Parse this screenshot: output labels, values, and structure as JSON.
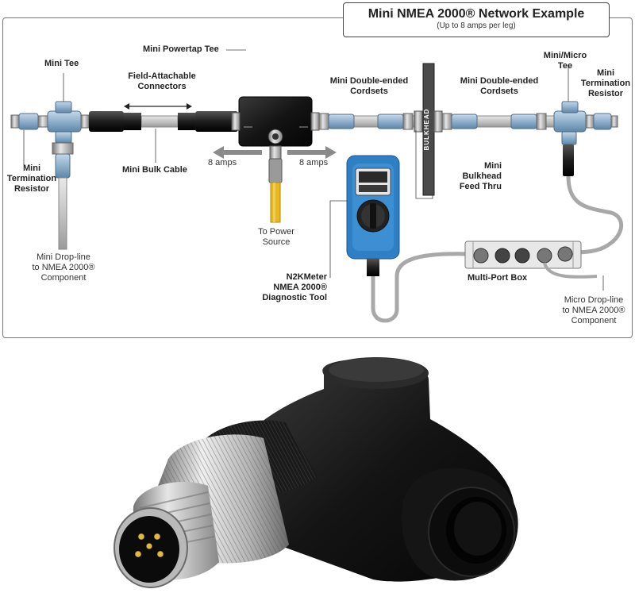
{
  "diagram": {
    "title": "Mini NMEA 2000® Network Example",
    "subtitle": "(Up to 8 amps per leg)",
    "labels": {
      "mini_powertap_tee": "Mini Powertap Tee",
      "mini_tee": "Mini Tee",
      "field_attachable_1": "Field-Attachable",
      "field_attachable_2": "Connectors",
      "mini_double_ended_left_1": "Mini Double-ended",
      "mini_double_ended_left_2": "Cordsets",
      "mini_double_ended_right_1": "Mini Double-ended",
      "mini_double_ended_right_2": "Cordsets",
      "mini_micro_tee_1": "Mini/Micro",
      "mini_micro_tee_2": "Tee",
      "mini_term_right_1": "Mini",
      "mini_term_right_2": "Termination",
      "mini_term_right_3": "Resistor",
      "mini_term_left_1": "Mini",
      "mini_term_left_2": "Termination",
      "mini_term_left_3": "Resistor",
      "mini_bulk_cable": "Mini Bulk Cable",
      "amps_left": "8 amps",
      "amps_right": "8 amps",
      "to_power_1": "To Power",
      "to_power_2": "Source",
      "bulkhead_feed_1": "Mini",
      "bulkhead_feed_2": "Bulkhead",
      "bulkhead_feed_3": "Feed Thru",
      "bulkhead_text": "BULKHEAD",
      "drop_left_1": "Mini Drop-line",
      "drop_left_2": "to NMEA 2000®",
      "drop_left_3": "Component",
      "n2k_1": "N2KMeter",
      "n2k_2": "NMEA 2000®",
      "n2k_3": "Diagnostic Tool",
      "multi_port_box": "Multi-Port Box",
      "drop_right_1": "Micro Drop-line",
      "drop_right_2": "to NMEA 2000®",
      "drop_right_3": "Component"
    }
  },
  "colors": {
    "cable_blue": "#8fb0cc",
    "cable_gray": "#bdbdbd",
    "power_yellow": "#e9b81c",
    "meter_blue": "#2f7fc4",
    "connector_black": "#1b1b1b",
    "metal": "#c9c9c9"
  },
  "photo": {
    "subject": "right-angle-m12-connector"
  }
}
